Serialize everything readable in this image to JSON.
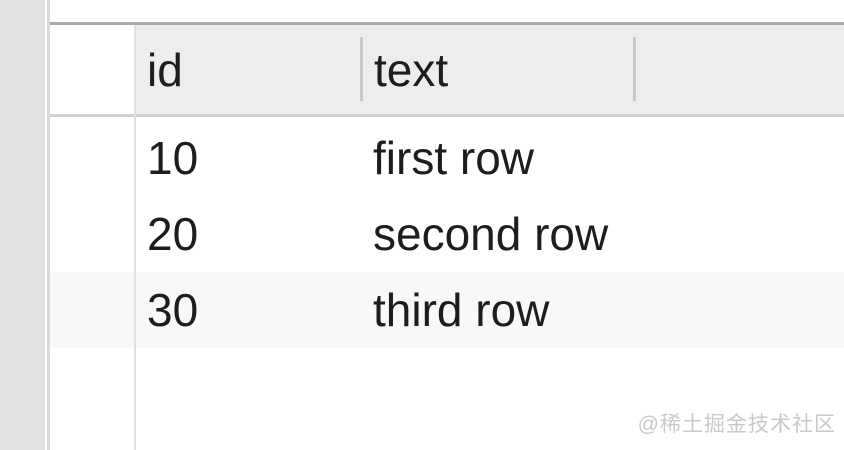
{
  "table": {
    "columns": [
      {
        "label": "id"
      },
      {
        "label": "text"
      },
      {
        "label": ""
      }
    ],
    "rows": [
      {
        "id": "10",
        "text": "first row"
      },
      {
        "id": "20",
        "text": "second row"
      },
      {
        "id": "30",
        "text": "third row"
      }
    ]
  },
  "watermark": {
    "text": "@稀土掘金技术社区"
  },
  "colors": {
    "header_bg": "#ededed",
    "row_highlight": "#f8f8f8",
    "sidebar_bg": "#e3e3e3",
    "text": "#1d1d1f",
    "watermark": "#c9c9c9"
  }
}
